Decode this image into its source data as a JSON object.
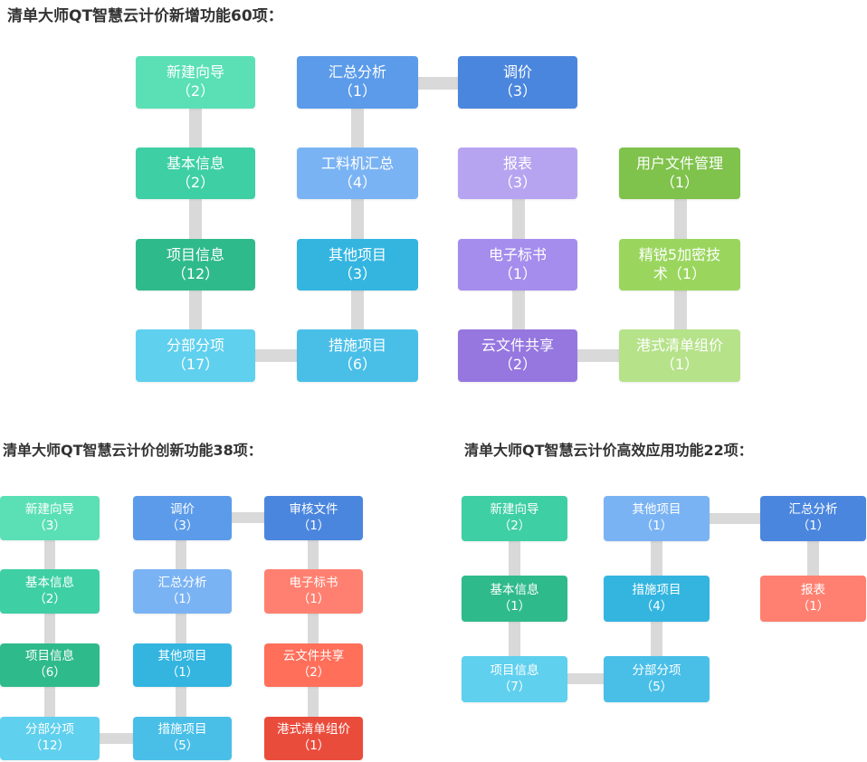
{
  "titles": {
    "main": "清单大师QT智慧云计价新增功能60项：",
    "innovation": "清单大师QT智慧云计价创新功能38项：",
    "efficiency": "清单大师QT智慧云计价高效应用功能22项："
  },
  "colors": {
    "mint": "#5ae0b4",
    "teal": "#3ecfa4",
    "dark_teal": "#2fba8c",
    "sky": "#5fd0ee",
    "blue": "#5b9bea",
    "light_blue": "#7ab3f3",
    "cyan": "#33b5e0",
    "sky2": "#49bfe8",
    "royal": "#4b86de",
    "lavender": "#b7a4f1",
    "purple_mid": "#a58ded",
    "purple": "#9677e0",
    "green": "#7fc24c",
    "green_light": "#9ad65e",
    "green_pale": "#b6e28a",
    "salmon": "#ff8070",
    "coral": "#ff6f5a",
    "red": "#ea4c3c",
    "connector": "#d9d9d9"
  },
  "main": {
    "boxes": [
      {
        "label": "新建向导",
        "count": "（2）"
      },
      {
        "label": "基本信息",
        "count": "（2）"
      },
      {
        "label": "项目信息",
        "count": "（12）"
      },
      {
        "label": "分部分项",
        "count": "（17）"
      },
      {
        "label": "汇总分析",
        "count": "（1）"
      },
      {
        "label": "工料机汇总",
        "count": "（4）"
      },
      {
        "label": "其他项目",
        "count": "（3）"
      },
      {
        "label": "措施项目",
        "count": "（6）"
      },
      {
        "label": "调价",
        "count": "（3）"
      },
      {
        "label": "报表",
        "count": "（3）"
      },
      {
        "label": "电子标书",
        "count": "（1）"
      },
      {
        "label": "云文件共享",
        "count": "（2）"
      },
      {
        "label": "用户文件管理",
        "count": "（1）"
      },
      {
        "label": "精锐5加密技",
        "count": "术（1）"
      },
      {
        "label": "港式清单组价",
        "count": "（1）"
      }
    ]
  },
  "innovation": {
    "boxes": [
      {
        "label": "新建向导",
        "count": "（3）"
      },
      {
        "label": "基本信息",
        "count": "（2）"
      },
      {
        "label": "项目信息",
        "count": "（6）"
      },
      {
        "label": "分部分项",
        "count": "（12）"
      },
      {
        "label": "调价",
        "count": "（3）"
      },
      {
        "label": "汇总分析",
        "count": "（1）"
      },
      {
        "label": "其他项目",
        "count": "（1）"
      },
      {
        "label": "措施项目",
        "count": "（5）"
      },
      {
        "label": "审核文件",
        "count": "（1）"
      },
      {
        "label": "电子标书",
        "count": "（1）"
      },
      {
        "label": "云文件共享",
        "count": "（2）"
      },
      {
        "label": "港式清单组价",
        "count": "（1）"
      }
    ]
  },
  "efficiency": {
    "boxes": [
      {
        "label": "新建向导",
        "count": "（2）"
      },
      {
        "label": "基本信息",
        "count": "（1）"
      },
      {
        "label": "项目信息",
        "count": "（7）"
      },
      {
        "label": "其他项目",
        "count": "（1）"
      },
      {
        "label": "措施项目",
        "count": "（4）"
      },
      {
        "label": "分部分项",
        "count": "（5）"
      },
      {
        "label": "汇总分析",
        "count": "（1）"
      },
      {
        "label": "报表",
        "count": "（1）"
      }
    ]
  }
}
